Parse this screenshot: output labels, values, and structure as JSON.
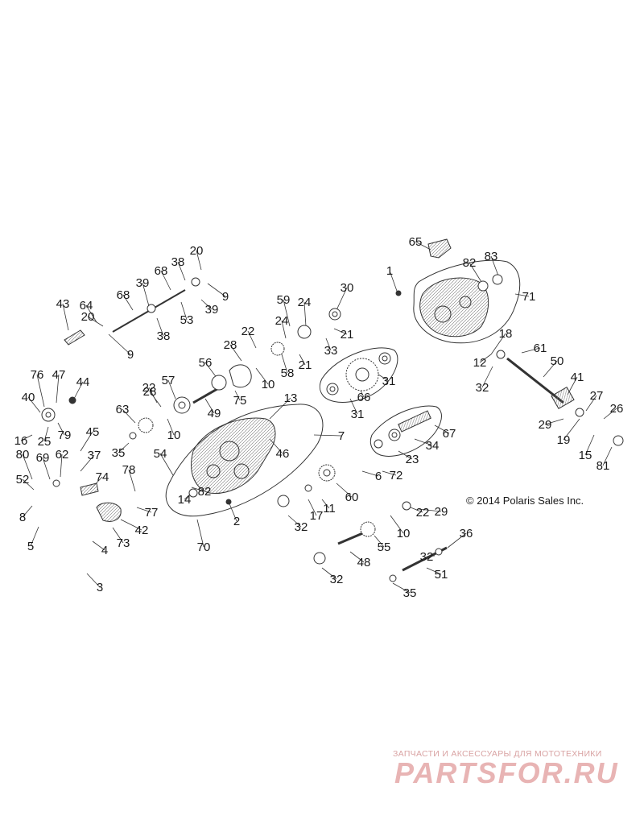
{
  "diagram": {
    "labels": [
      "1",
      "2",
      "3",
      "4",
      "5",
      "6",
      "7",
      "8",
      "9",
      "9",
      "10",
      "10",
      "10",
      "11",
      "12",
      "13",
      "14",
      "15",
      "16",
      "17",
      "18",
      "19",
      "20",
      "20",
      "21",
      "21",
      "22",
      "22",
      "22",
      "23",
      "24",
      "24",
      "25",
      "26",
      "27",
      "28",
      "28",
      "29",
      "29",
      "30",
      "31",
      "31",
      "32",
      "32",
      "32",
      "32",
      "33",
      "34",
      "35",
      "35",
      "36",
      "37",
      "38",
      "38",
      "39",
      "39",
      "40",
      "41",
      "42",
      "43",
      "44",
      "45",
      "46",
      "47",
      "48",
      "49",
      "50",
      "51",
      "52",
      "53",
      "54",
      "55",
      "56",
      "57",
      "58",
      "59",
      "60",
      "61",
      "62",
      "63",
      "64",
      "65",
      "66",
      "67",
      "68",
      "68",
      "69",
      "70",
      "71",
      "72",
      "73",
      "74",
      "75",
      "76",
      "77",
      "78",
      "79",
      "80",
      "81",
      "82",
      "82",
      "83"
    ],
    "copyright": "© 2014 Polaris Sales Inc."
  },
  "watermark": {
    "tagline": "ЗАПЧАСТИ И АКСЕССУАРЫ ДЛЯ МОТОТЕХНИКИ",
    "logo_text": "PARTSFOR.RU",
    "color": "#e8b4b4"
  }
}
